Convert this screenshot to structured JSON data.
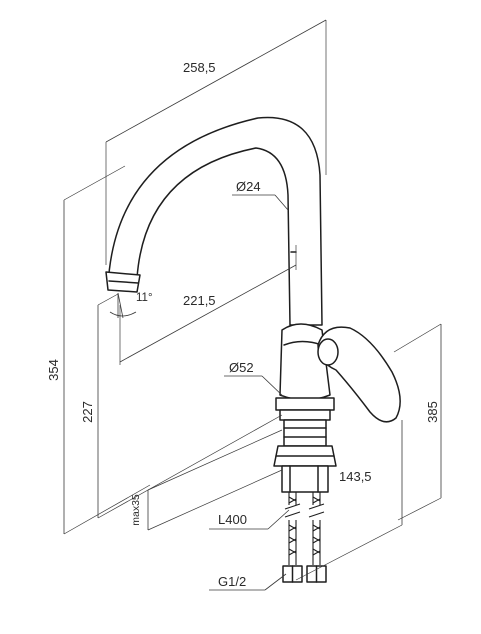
{
  "dimensions": {
    "spout_length": "258,5",
    "spout_diameter": "Ø24",
    "spout_angle": "11°",
    "spout_reach": "221,5",
    "body_diameter": "Ø52",
    "total_height": "354",
    "spout_height": "227",
    "lever_height": "385",
    "lever_reach": "143,5",
    "max_thickness": "max35",
    "hose_length": "L400",
    "thread": "G1/2"
  }
}
